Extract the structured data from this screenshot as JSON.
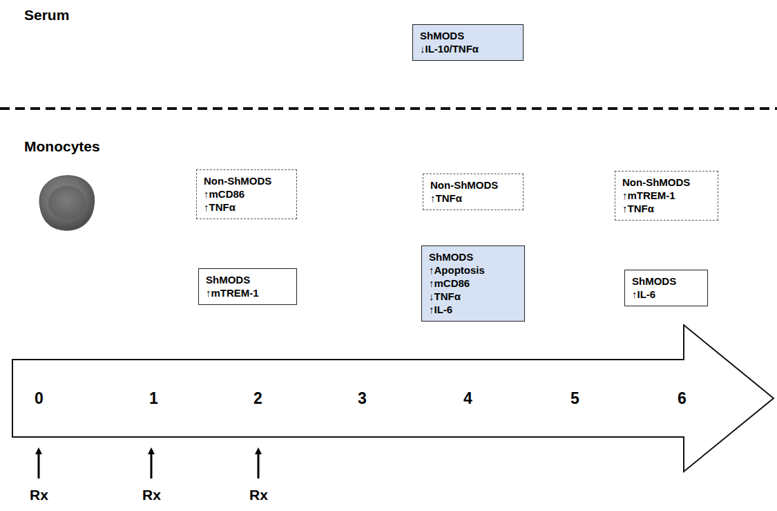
{
  "diagram": {
    "nodes": [
      {
        "text": [
          "ShMODS",
          "↓IL-10/TNFα"
        ]
      },
      {
        "text": [
          "Non-ShMODS",
          "↑mCD86 ↑TNFα"
        ]
      },
      {
        "text": [
          "ShMODS",
          "↑mTREM-1"
        ]
      },
      {
        "text": [
          "Non-ShMODS",
          "↑TNFα"
        ]
      },
      {
        "text": [
          "ShMODS",
          "↑Apoptosis ↑mCD86 ↓TNFα ↑IL-6"
        ]
      },
      {
        "text": [
          "Non-ShMODS",
          "↑mTREM-1 ↑TNFα"
        ]
      },
      {
        "text": [
          "ShMODS",
          "↑IL-6"
        ]
      }
    ],
    "labels": [
      "Serum",
      "Monocytes",
      "0",
      "1",
      "2",
      "3",
      "4",
      "5",
      "6",
      "Rx",
      "Rx",
      "Rx"
    ]
  }
}
